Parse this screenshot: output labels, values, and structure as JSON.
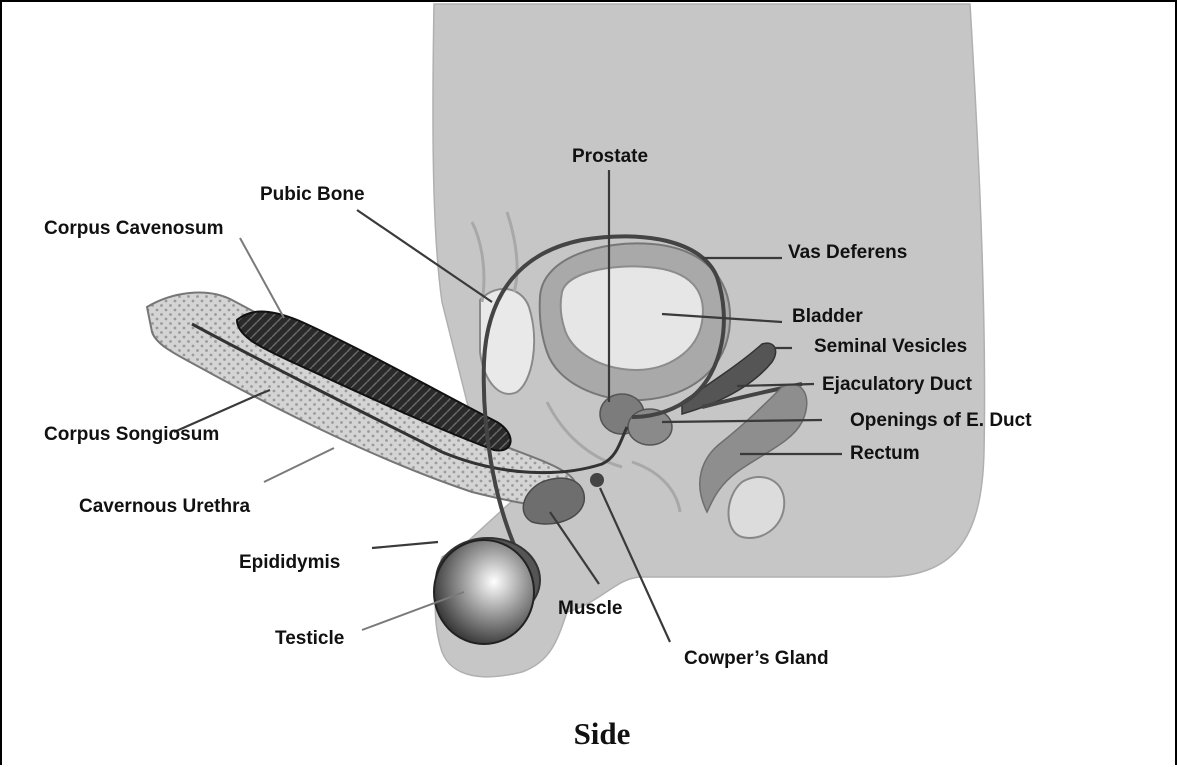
{
  "labels": {
    "prostate": "Prostate",
    "pubic_bone": "Pubic Bone",
    "corpus_cavenosum": "Corpus Cavenosum",
    "vas_deferens": "Vas Deferens",
    "bladder": "Bladder",
    "seminal_vesicles": "Seminal Vesicles",
    "ejaculatory_duct": "Ejaculatory Duct",
    "openings_e_duct": "Openings of E. Duct",
    "rectum": "Rectum",
    "corpus_songiosum": "Corpus Songiosum",
    "cavernous_urethra": "Cavernous Urethra",
    "epididymis": "Epididymis",
    "testicle": "Testicle",
    "muscle": "Muscle",
    "cowpers_gland": "Cowper’s Gland"
  },
  "caption": "Side"
}
